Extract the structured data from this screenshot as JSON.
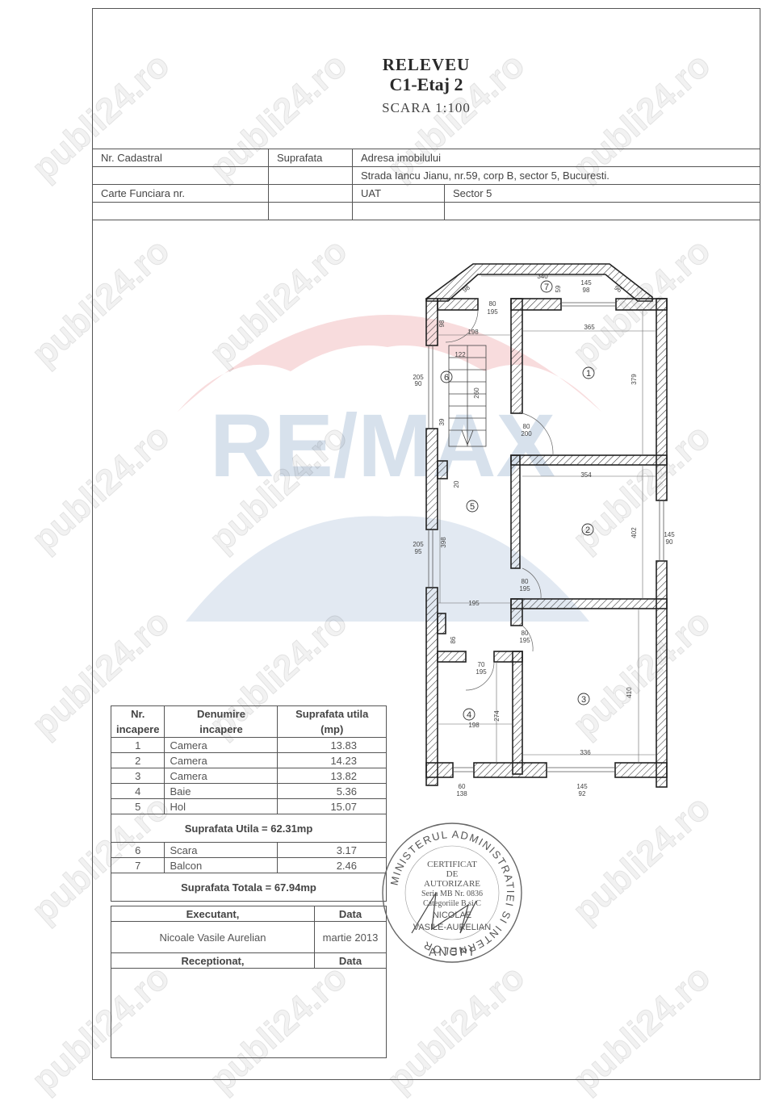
{
  "document": {
    "title": "RELEVEU",
    "subtitle": "C1-Etaj 2",
    "scale": "SCARA 1:100"
  },
  "header_table": {
    "nr_cadastral_label": "Nr. Cadastral",
    "suprafata_label": "Suprafata",
    "adresa_label": "Adresa imobilului",
    "adresa_value": "Strada Iancu Jianu, nr.59, corp B, sector 5, Bucuresti.",
    "carte_funciara_label": "Carte Funciara nr.",
    "uat_label": "UAT",
    "uat_value": "Sector 5"
  },
  "rooms_table": {
    "headers": {
      "nr": "Nr.\nincapere",
      "nr_line1": "Nr.",
      "nr_line2": "incapere",
      "name_line1": "Denumire",
      "name_line2": "incapere",
      "area_line1": "Suprafata utila",
      "area_line2": "(mp)"
    },
    "rooms": [
      {
        "nr": "1",
        "name": "Camera",
        "area": "13.83"
      },
      {
        "nr": "2",
        "name": "Camera",
        "area": "14.23"
      },
      {
        "nr": "3",
        "name": "Camera",
        "area": "13.82"
      },
      {
        "nr": "4",
        "name": "Baie",
        "area": "5.36"
      },
      {
        "nr": "5",
        "name": "Hol",
        "area": "15.07"
      }
    ],
    "suprafata_utila": "Suprafata Utila =  62.31mp",
    "extra_rooms": [
      {
        "nr": "6",
        "name": "Scara",
        "area": "3.17"
      },
      {
        "nr": "7",
        "name": "Balcon",
        "area": "2.46"
      }
    ],
    "suprafata_totala": "Suprafata Totala =  67.94mp",
    "executant_label": "Executant,",
    "data_label": "Data",
    "executant_name": "Nicoale Vasile Aurelian",
    "executant_date": "martie 2013",
    "receptionat_label": "Receptionat,",
    "receptionat_data_label": "Data"
  },
  "floor_plan": {
    "room_numbers": [
      "1",
      "2",
      "3",
      "4",
      "5",
      "6",
      "7"
    ],
    "dimensions": {
      "balcon_width": "340",
      "balcon_depth": "59",
      "balcon_diag_left": "98",
      "balcon_diag_right": "96",
      "balcon_window": [
        "145",
        "98"
      ],
      "room1_width": "365",
      "room1_height": "379",
      "room2_width": "354",
      "room2_height": "402",
      "room3_width": "336",
      "room3_height": "410",
      "room4_width": "198",
      "room4_height": "274",
      "hall_top_width": "198",
      "hall_top_depth": "98",
      "hall_width": "195",
      "hall_length": "398",
      "stair_width": "122",
      "stair_length": "260",
      "stair_gap": "39",
      "niche": "20",
      "bath_corridor": "86",
      "door_balcony": [
        "80",
        "195"
      ],
      "door_room1": [
        "80",
        "200"
      ],
      "door_room2": [
        "80",
        "195"
      ],
      "door_room3": [
        "80",
        "195"
      ],
      "door_bath": [
        "70",
        "195"
      ],
      "window_stair": [
        "205",
        "90"
      ],
      "window_hall": [
        "205",
        "95"
      ],
      "window_room2": [
        "145",
        "90"
      ],
      "window_bath": [
        "60",
        "138"
      ],
      "window_room3": [
        "145",
        "92"
      ]
    }
  },
  "stamp": {
    "ring_text": "MINISTERUL ADMINISTRATIEI SI INTERNELOR",
    "line1": "CERTIFICAT",
    "line2": "DE",
    "line3": "AUTORIZARE",
    "line4": "Seria MB Nr. 0836",
    "line5": "Categoriile B si C",
    "line6": "NICOLAE",
    "line7": "VASILE-AURELIAN",
    "bottom": "ANCPI"
  },
  "watermarks": {
    "site": "publi24.ro",
    "brand": "RE/MAX"
  },
  "colors": {
    "remax_red": "#f2c6c8",
    "remax_blue": "#cfdbe8",
    "ink": "#333333"
  }
}
